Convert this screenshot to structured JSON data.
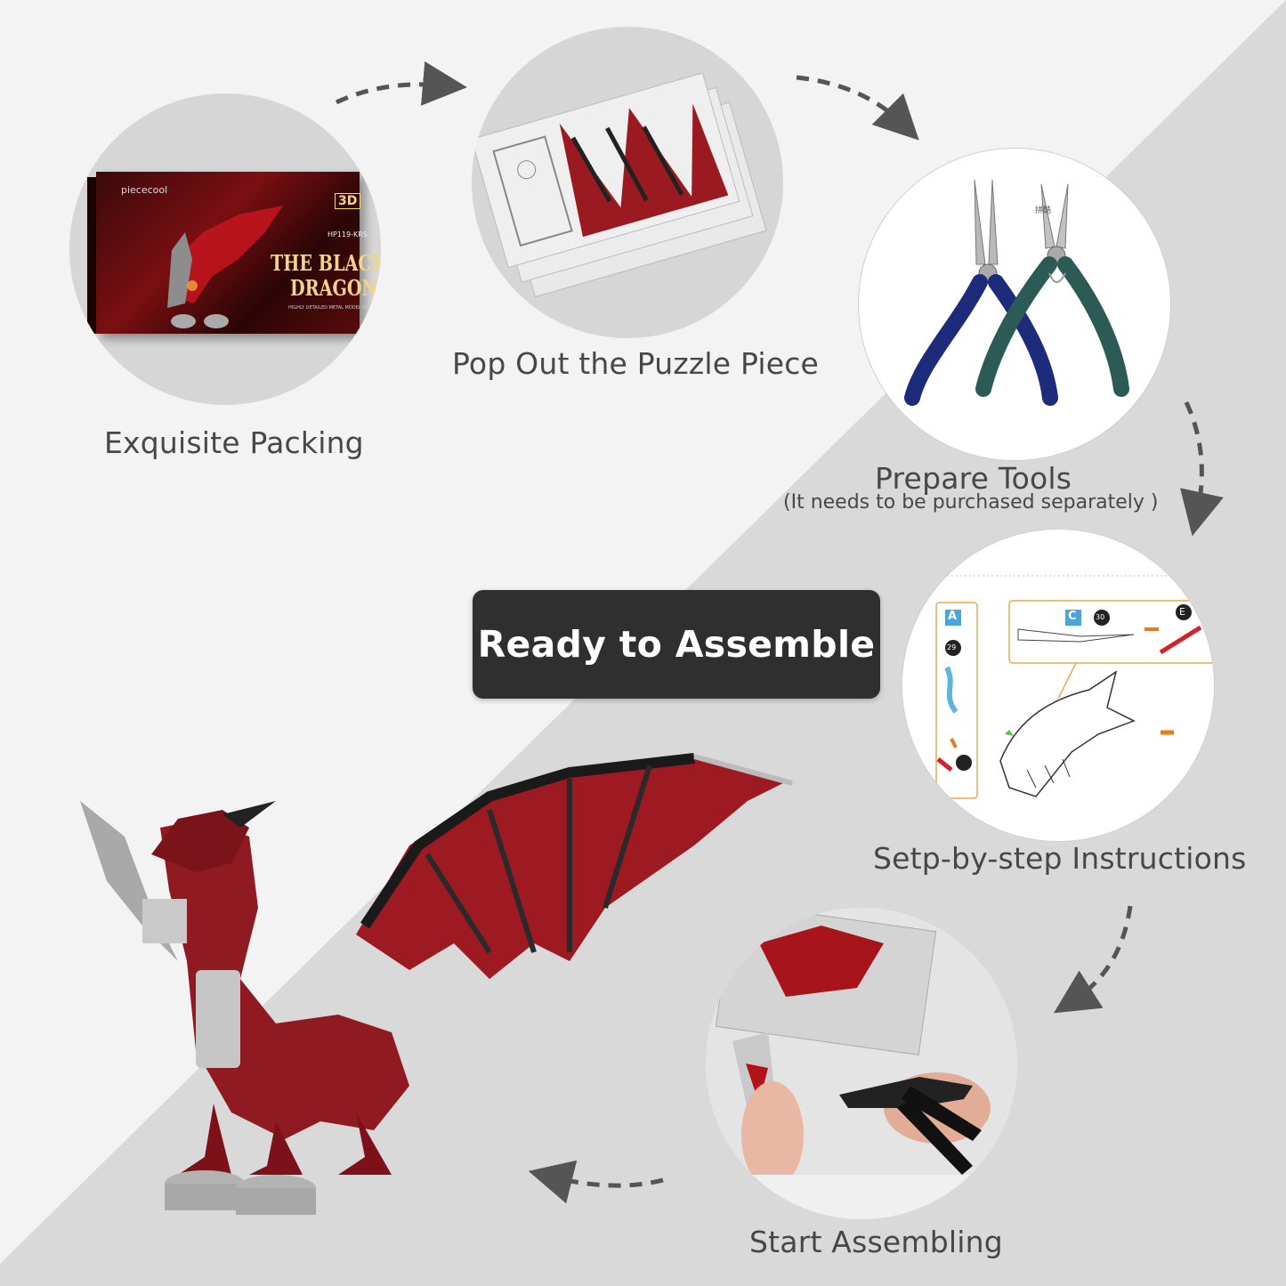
{
  "steps": {
    "packing": {
      "label": "Exquisite Packing"
    },
    "pop_out": {
      "label": "Pop Out the Puzzle Piece"
    },
    "tools": {
      "label": "Prepare Tools",
      "note": "(It needs to be purchased separately  )"
    },
    "instructions": {
      "label": "Setp-by-step Instructions"
    },
    "assembling": {
      "label": "Start Assembling"
    }
  },
  "badge": {
    "label": "Ready to Assemble"
  },
  "package": {
    "brand": "piececool",
    "badge_3d": "3D",
    "model_code": "HP119-KRS",
    "title_line1": "THE BLACK",
    "title_line2": "DRAGON",
    "subtitle": "HIGHLY DETAILED METAL MODEL KIT"
  },
  "pliers": {
    "engraving": "拼酷"
  },
  "instruction_sheet": {
    "step_a": "A",
    "num_29": "29",
    "step_c": "C",
    "num_30": "30",
    "step_e": "E"
  },
  "colors": {
    "accent_red": "#b0121c",
    "dark_badge": "#2f2f2f",
    "circle_grey": "#d7d7d7",
    "diagonal_grey": "#d9d9d9"
  }
}
